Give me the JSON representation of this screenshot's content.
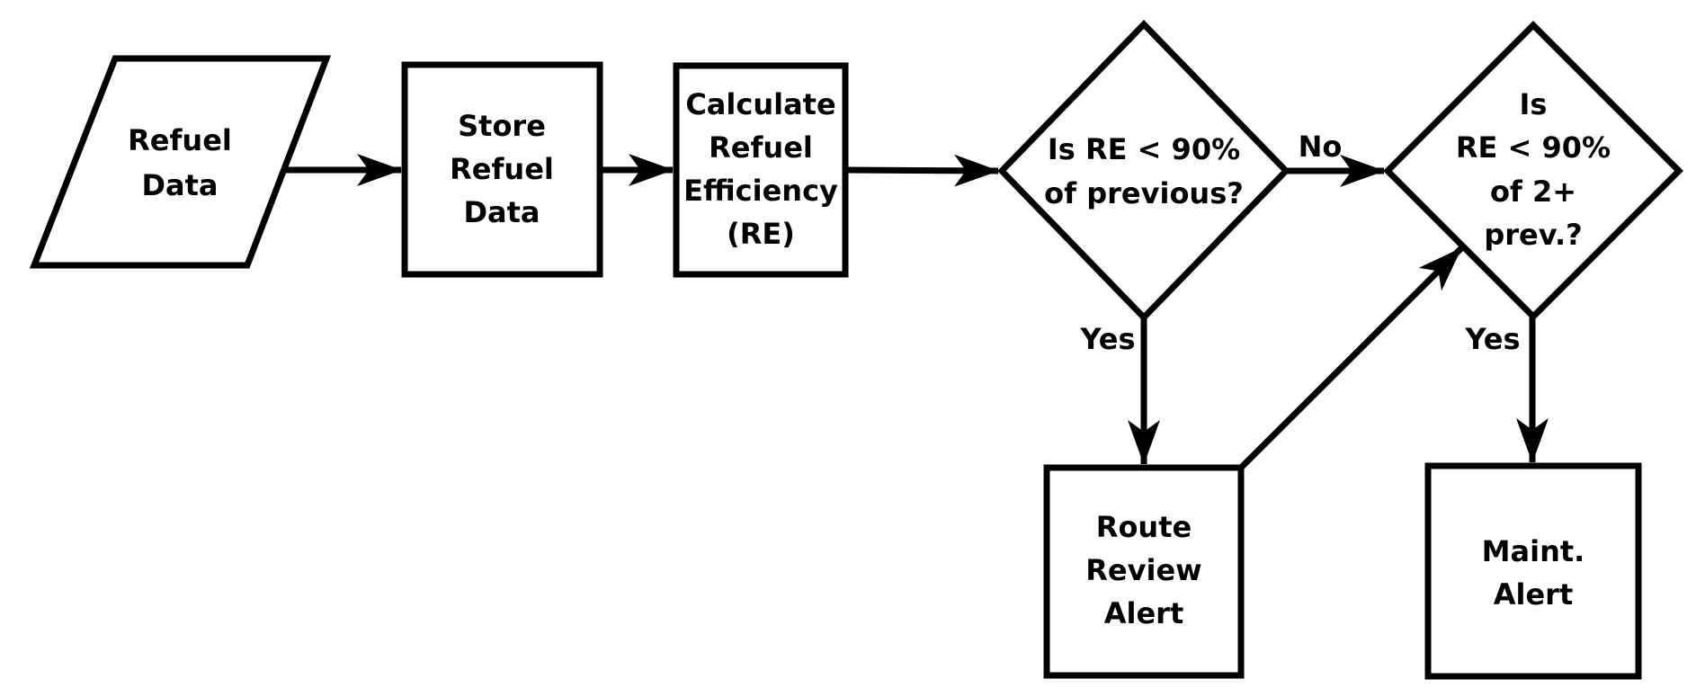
{
  "diagram": {
    "background_color": "#ffffff",
    "line_color": "#000000",
    "text_color": "#000000",
    "nodes": {
      "refuel_data": {
        "shape": "parallelogram",
        "lines": [
          "Refuel",
          "Data"
        ]
      },
      "store_refuel_data": {
        "shape": "rectangle",
        "lines": [
          "Store",
          "Refuel",
          "Data"
        ]
      },
      "calculate_re": {
        "shape": "rectangle",
        "lines": [
          "Calculate",
          "Refuel",
          "Efficiency",
          "(RE)"
        ]
      },
      "re_below_90_of_previous": {
        "shape": "diamond",
        "lines": [
          "Is RE < 90%",
          "of previous?"
        ]
      },
      "re_below_90_of_2plus_prev": {
        "shape": "diamond",
        "lines": [
          "Is",
          "RE < 90%",
          "of 2+",
          "prev.?"
        ]
      },
      "route_review_alert": {
        "shape": "rectangle",
        "lines": [
          "Route",
          "Review",
          "Alert"
        ]
      },
      "maint_alert": {
        "shape": "rectangle",
        "lines": [
          "Maint.",
          "Alert"
        ]
      }
    },
    "edge_labels": {
      "no": "No",
      "yes_route": "Yes",
      "yes_maint": "Yes"
    }
  }
}
